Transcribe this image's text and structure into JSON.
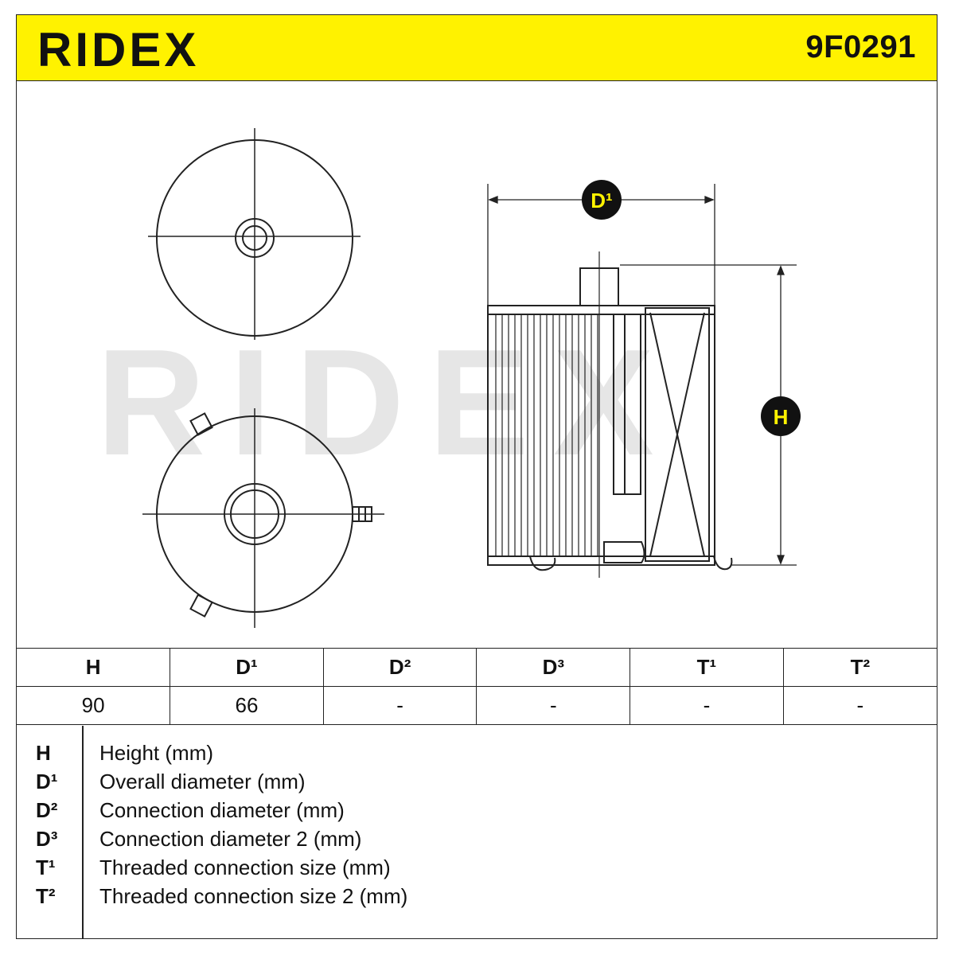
{
  "header": {
    "brand": "RIDEX",
    "part_number": "9F0291"
  },
  "drawing": {
    "labels": {
      "diameter": "D¹",
      "height": "H"
    },
    "watermark": "RIDEX"
  },
  "table": {
    "headers": [
      "H",
      "D¹",
      "D²",
      "D³",
      "T¹",
      "T²"
    ],
    "values": [
      "90",
      "66",
      "-",
      "-",
      "-",
      "-"
    ]
  },
  "legend": [
    {
      "key": "H",
      "desc": "Height (mm)"
    },
    {
      "key": "D¹",
      "desc": "Overall diameter (mm)"
    },
    {
      "key": "D²",
      "desc": "Connection diameter (mm)"
    },
    {
      "key": "D³",
      "desc": "Connection diameter 2 (mm)"
    },
    {
      "key": "T¹",
      "desc": "Threaded connection size (mm)"
    },
    {
      "key": "T²",
      "desc": "Threaded connection size 2 (mm)"
    }
  ],
  "colors": {
    "brand_yellow": "#fff200",
    "ink": "#111111",
    "watermark": "#e6e6e6"
  }
}
